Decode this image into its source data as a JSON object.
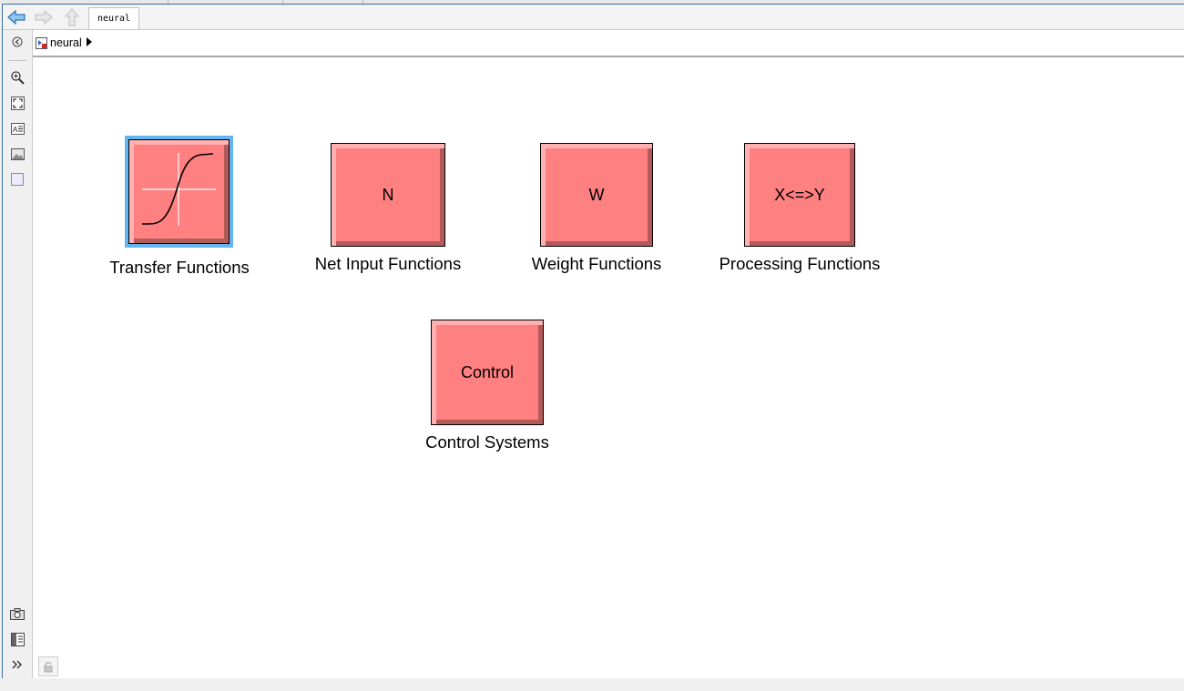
{
  "navbar": {
    "tab_label": "neural"
  },
  "breadcrumb": {
    "model_name": "neural"
  },
  "blocks": [
    {
      "id": "transfer",
      "icon_text": "",
      "label": "Transfer Functions",
      "selected": true
    },
    {
      "id": "netinput",
      "icon_text": "N",
      "label": "Net Input Functions",
      "selected": false
    },
    {
      "id": "weight",
      "icon_text": "W",
      "label": "Weight Functions",
      "selected": false
    },
    {
      "id": "processing",
      "icon_text": "X<=>Y",
      "label": "Processing Functions",
      "selected": false
    },
    {
      "id": "control",
      "icon_text": "Control",
      "label": "Control Systems",
      "selected": false
    }
  ],
  "colors": {
    "block_fill": "#ff8080",
    "selection": "#64b4f0",
    "frame": "#3c6fa3"
  },
  "icons": [
    "back-arrow-icon",
    "forward-arrow-icon",
    "up-arrow-icon",
    "hide-show-icon",
    "zoom-icon",
    "fit-view-icon",
    "annotation-icon",
    "image-icon",
    "area-icon",
    "screenshot-icon",
    "model-browser-icon",
    "expand-icon",
    "lock-icon",
    "sigmoid-icon"
  ]
}
